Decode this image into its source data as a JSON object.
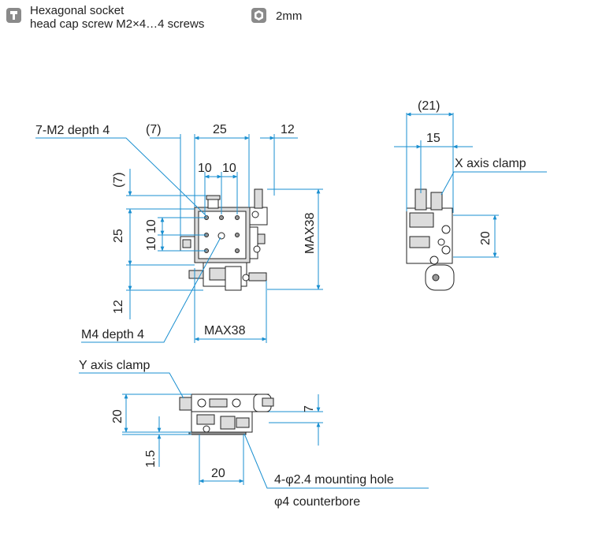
{
  "legend": {
    "screw_line1": "Hexagonal socket",
    "screw_line2": "head cap screw M2×4…4 screws",
    "hex_wrench": "2mm",
    "screw_icon": "cap-screw-icon",
    "hex_icon": "hex-wrench-icon"
  },
  "labels": {
    "tapped_holes": "7-M2 depth 4",
    "center_hole": "M4 depth 4",
    "x_clamp": "X axis clamp",
    "y_clamp": "Y axis clamp",
    "mount_hole": "4-φ2.4 mounting hole",
    "counterbore": "φ4 counterbore"
  },
  "dims": {
    "top_7": "(7)",
    "top_25": "25",
    "top_12": "12",
    "top_10a": "10",
    "top_10b": "10",
    "left_7": "(7)",
    "left_25": "25",
    "left_10a": "10",
    "left_10b": "10",
    "left_12": "12",
    "max38_v": "MAX38",
    "max38_h": "MAX38",
    "side_21": "(21)",
    "side_15": "15",
    "side_20": "20",
    "front_20v": "20",
    "front_15": "1.5",
    "front_20h": "20",
    "front_7": "7"
  },
  "colors": {
    "dimension": "#1a8fd0",
    "icon": "#8a8a8a",
    "part_fill": "#dcdcdc"
  }
}
